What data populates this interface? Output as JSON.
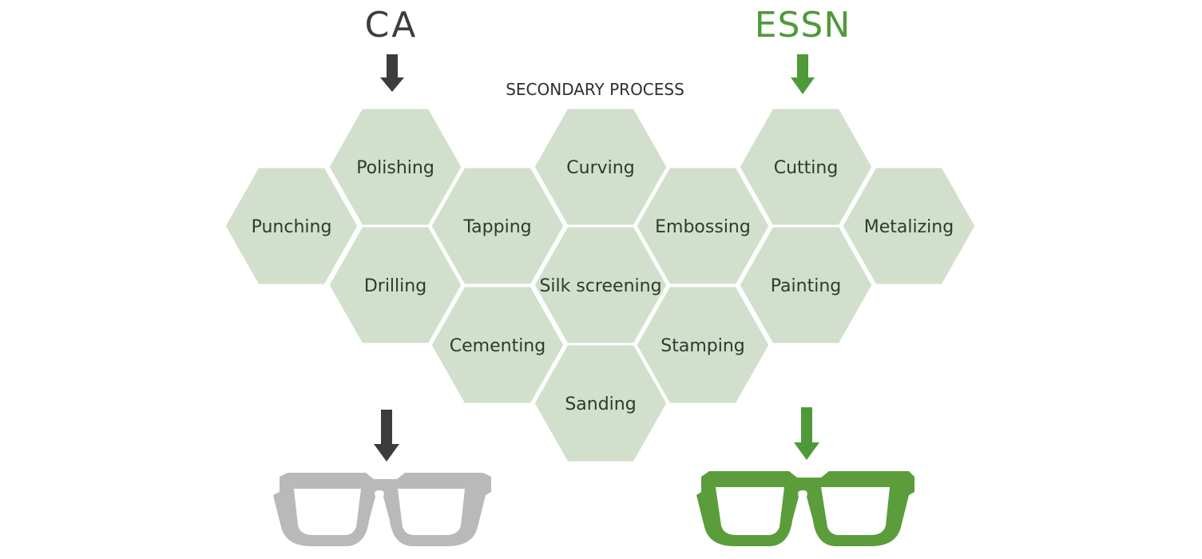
{
  "header": {
    "left_label": "CA",
    "right_label": "ESSN",
    "center_label": "SECONDARY PROCESS"
  },
  "hexagons": [
    {
      "label": "Punching"
    },
    {
      "label": "Polishing"
    },
    {
      "label": "Drilling"
    },
    {
      "label": "Tapping"
    },
    {
      "label": "Cementing"
    },
    {
      "label": "Curving"
    },
    {
      "label": "Silk screening"
    },
    {
      "label": "Sanding"
    },
    {
      "label": "Embossing"
    },
    {
      "label": "Stamping"
    },
    {
      "label": "Cutting"
    },
    {
      "label": "Painting"
    },
    {
      "label": "Metalizing"
    }
  ],
  "colors": {
    "hex_fill": "#d2dfcc",
    "ca_color": "#3c3c3c",
    "essn_color": "#4e9a39",
    "ca_glasses": "#b9b9b9",
    "essn_glasses": "#5a9d3a"
  },
  "icons": {
    "arrow": "arrow-down-icon",
    "glasses": "eyeglasses-icon"
  }
}
